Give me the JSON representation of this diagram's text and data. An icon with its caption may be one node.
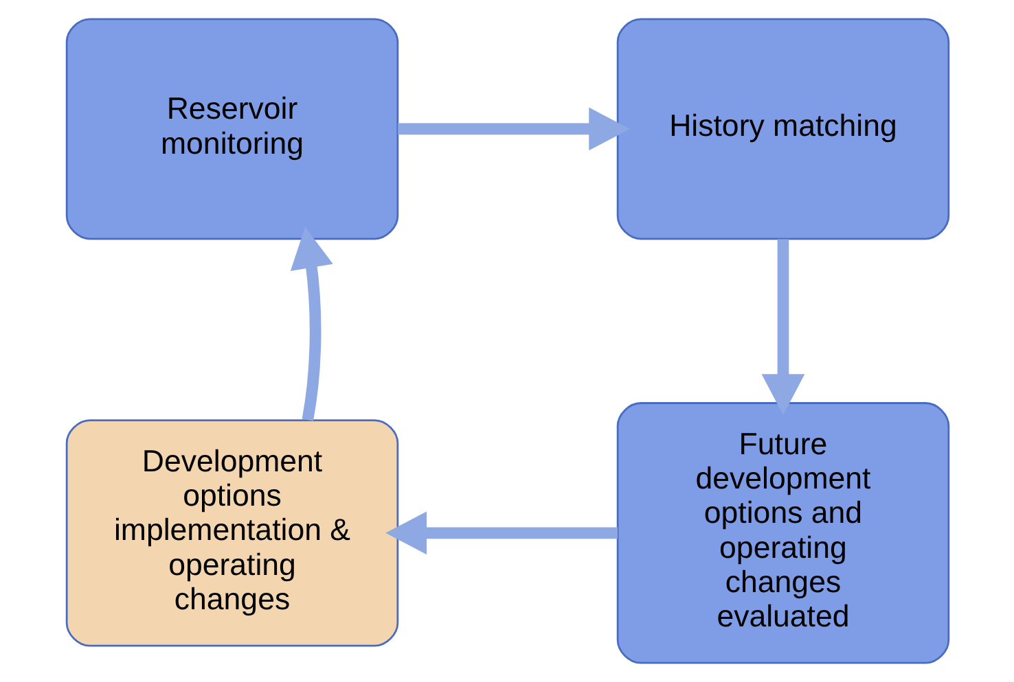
{
  "diagram": {
    "nodes": [
      {
        "text": [
          "Reservoir monitoring"
        ]
      },
      {
        "text": [
          "History matching"
        ]
      },
      {
        "text": [
          "Future development options and operating changes evaluated"
        ]
      },
      {
        "text": [
          "Development options implementation & operating changes"
        ]
      }
    ],
    "edges": [
      {
        "from": 0,
        "to": 1,
        "arrow": "to"
      },
      {
        "from": 1,
        "to": 2,
        "arrow": "to"
      },
      {
        "from": 2,
        "to": 3,
        "arrow": "to"
      },
      {
        "from": 3,
        "to": 0,
        "arrow": "to"
      }
    ]
  }
}
